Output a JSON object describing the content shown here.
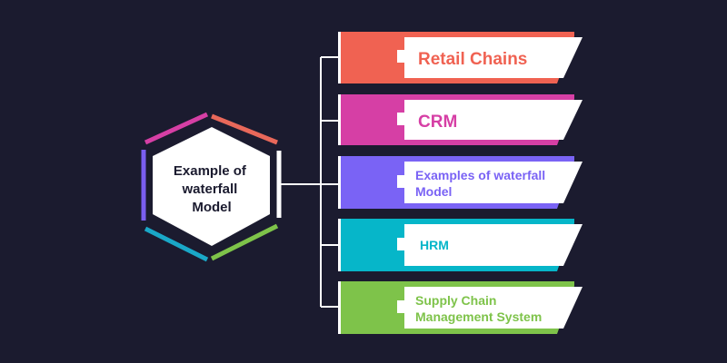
{
  "background_color": "#1b1b2f",
  "hub": {
    "lines": [
      "Example of",
      "waterfall",
      "Model"
    ],
    "fill": "#ffffff",
    "text_color": "#1b1b2f",
    "border_colors": [
      "#e8685a",
      "#ffffff",
      "#7ec34a",
      "#1aa8c8",
      "#7a5ef0",
      "#d63fa5"
    ]
  },
  "connector_color": "#ffffff",
  "branches": [
    {
      "lines": [
        "Retail Chains"
      ],
      "color": "#f06252"
    },
    {
      "lines": [
        "CRM"
      ],
      "color": "#d63fa5"
    },
    {
      "lines": [
        "Examples of waterfall",
        "Model"
      ],
      "color": "#7a63f5"
    },
    {
      "lines": [
        "HRM"
      ],
      "color": "#06b6c9"
    },
    {
      "lines": [
        "Supply Chain",
        "Management System"
      ],
      "color": "#7ec34a"
    }
  ]
}
